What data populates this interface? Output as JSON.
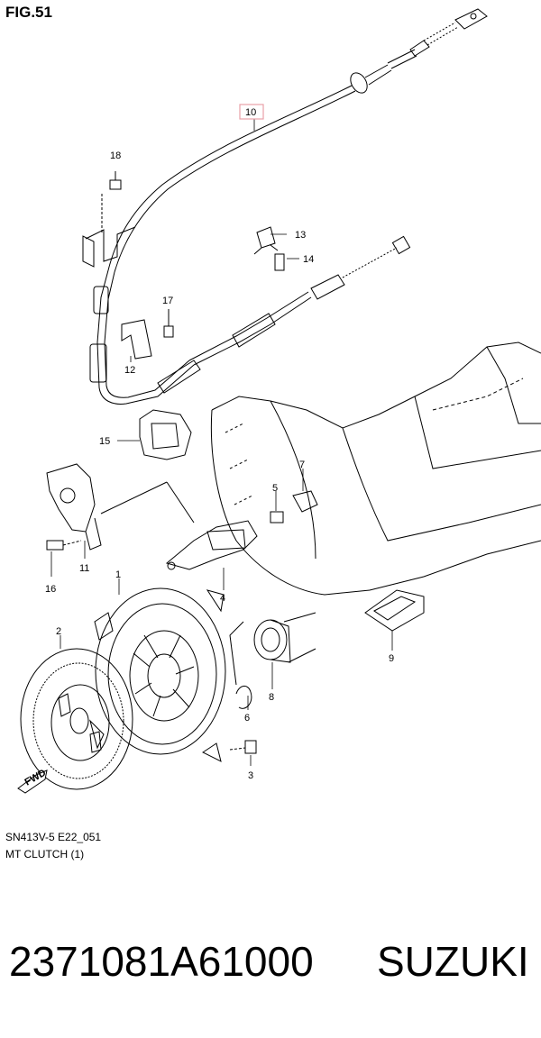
{
  "figure": {
    "title": "FIG.51",
    "caption_code": "SN413V-5 E22_051",
    "caption_name": "MT CLUTCH (1)",
    "highlight_color": "#e8a0a8"
  },
  "callouts": [
    "1",
    "2",
    "3",
    "4",
    "5",
    "6",
    "7",
    "8",
    "9",
    "10",
    "11",
    "12",
    "13",
    "14",
    "15",
    "16",
    "17",
    "18"
  ],
  "fwd_label": "FWD",
  "footer": {
    "part_number": "2371081A61000",
    "brand": "SUZUKI"
  }
}
